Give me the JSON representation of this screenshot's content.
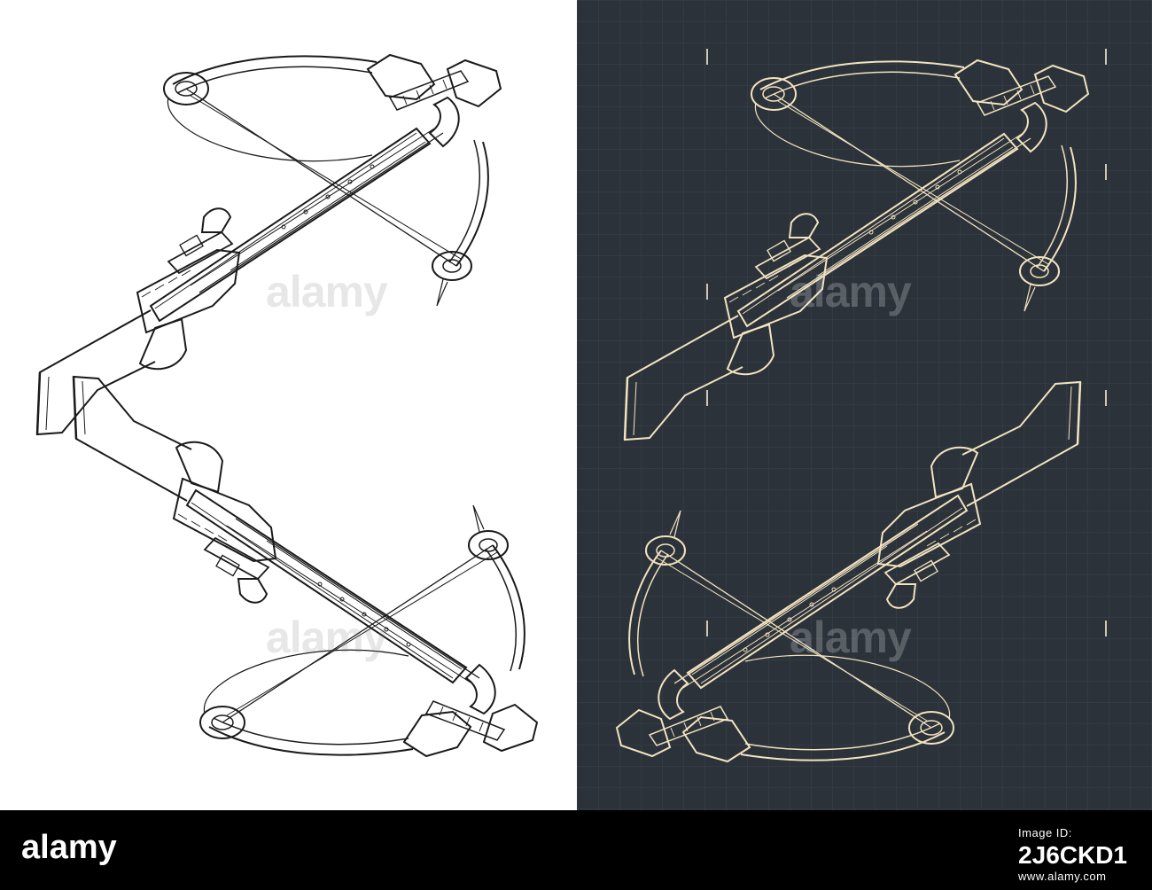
{
  "watermark": {
    "text": "alamy"
  },
  "footer": {
    "logo_text": "alamy",
    "image_id_label": "Image ID:",
    "image_id": "2J6CKD1",
    "url": "www.alamy.com"
  },
  "colors": {
    "left_background": "#ffffff",
    "left_line": "#1a1a1a",
    "right_background": "#2b323a",
    "right_line": "#f3e3bf",
    "grid_line": "#3a434c",
    "footer_background": "#000000",
    "footer_text": "#ffffff"
  }
}
